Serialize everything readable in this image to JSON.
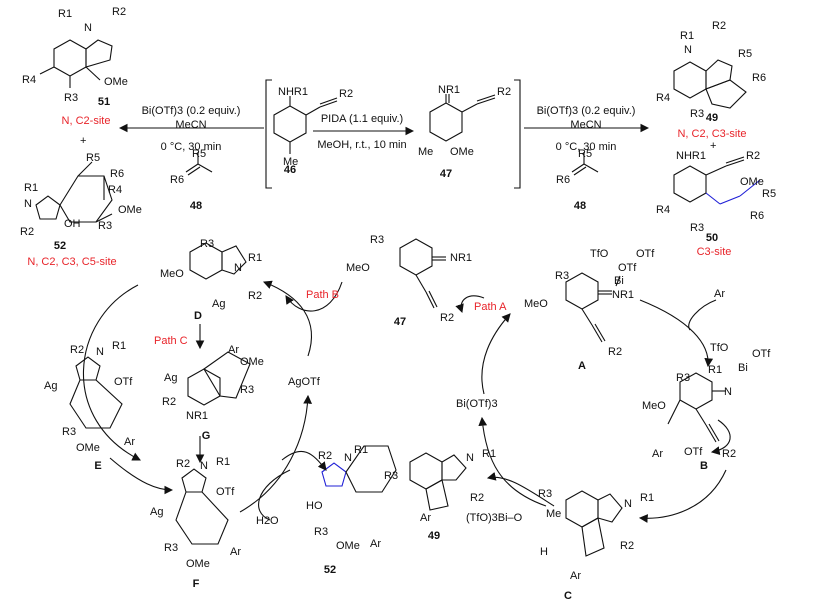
{
  "compounds": {
    "c46": "46",
    "c47_top": "47",
    "c47_mid": "47",
    "c48_left": "48",
    "c48_right": "48",
    "c49_top": "49",
    "c49_bottom": "49",
    "c50": "50",
    "c51": "51",
    "c52_top": "52",
    "c52_bottom": "52",
    "A": "A",
    "B": "B",
    "C": "C",
    "D": "D",
    "E": "E",
    "F": "F",
    "G": "G"
  },
  "conditions": {
    "left_line1": "Bi(OTf)3 (0.2 equiv.)",
    "left_line2": "MeCN",
    "left_line3": "0 °C, 30 min",
    "right_line1": "Bi(OTf)3 (0.2 equiv.)",
    "right_line2": "MeCN",
    "right_line3": "0 °C, 30 min",
    "center_line1": "PIDA (1.1 equiv.)",
    "center_line2": "MeOH, r.t., 10  min"
  },
  "site_labels": {
    "s51": "N, C2-site",
    "s52": "N, C2, C3, C5-site",
    "s49": "N, C2, C3-site",
    "s50": "C3-site"
  },
  "paths": {
    "A": "Path A",
    "B": "Path B",
    "C": "Path C"
  },
  "reagents": {
    "agotf": "AgOTf",
    "biotf": "Bi(OTf)3",
    "h2o": "H2O"
  },
  "atoms": {
    "R1": "R1",
    "R2": "R2",
    "R3": "R3",
    "R4": "R4",
    "R5": "R5",
    "R6": "R6",
    "N": "N",
    "OMe": "OMe",
    "MeO": "MeO",
    "Me": "Me",
    "Ag": "Ag",
    "Ar": "Ar",
    "OH": "OH",
    "HO": "HO",
    "H": "H",
    "OTf": "OTf",
    "TfO": "TfO",
    "Bi": "Bi",
    "NHR1": "NHR1",
    "NR1": "NR1",
    "plus": "+",
    "TfO3BiO": "(TfO)3Bi–O"
  },
  "colors": {
    "red": "#e8242a",
    "blue": "#1f1fd6",
    "black": "#111111"
  }
}
